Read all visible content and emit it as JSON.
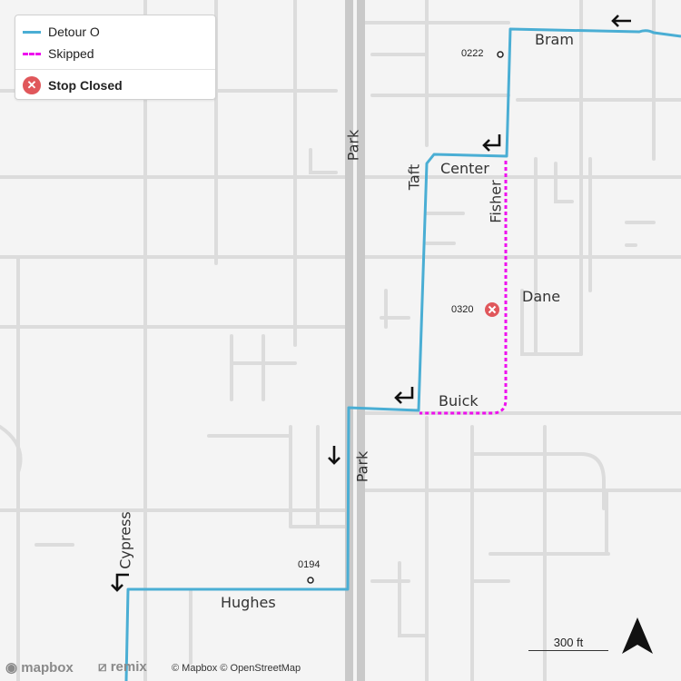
{
  "legend": {
    "detour_label": "Detour O",
    "skipped_label": "Skipped",
    "closed_label": "Stop Closed",
    "closed_icon_glyph": "✕"
  },
  "streets": {
    "bram": "Bram",
    "park_north": "Park",
    "park_south": "Park",
    "taft": "Taft",
    "center": "Center",
    "fisher": "Fisher",
    "dane": "Dane",
    "buick": "Buick",
    "cypress": "Cypress",
    "hughes": "Hughes"
  },
  "stops": {
    "s0222": "0222",
    "s0320": "0320",
    "s0194": "0194"
  },
  "scale_label": "300 ft",
  "attribution": {
    "mapbox_logo": "mapbox",
    "remix_logo": "remix",
    "text": "© Mapbox © OpenStreetMap"
  },
  "colors": {
    "detour": "#4aaed4",
    "skipped": "#ee10ee",
    "closed": "#e0575b",
    "road": "#dcdcdc",
    "highway": "#bdbdbd"
  },
  "icons": {
    "turn_arrow": "turn-arrow-icon",
    "north_arrow": "north-arrow-icon"
  }
}
